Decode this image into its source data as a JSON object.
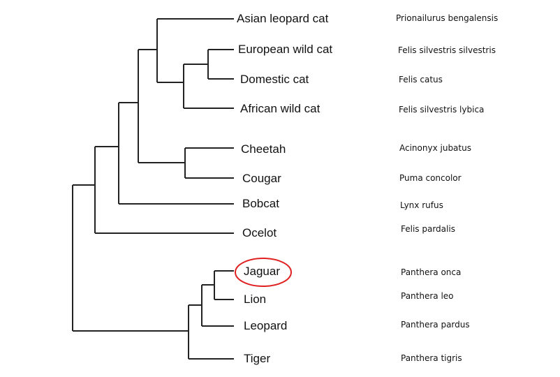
{
  "taxa": [
    {
      "common": "Asian leopard cat",
      "scientific": "Prionailurus bengalensis"
    },
    {
      "common": "European wild cat",
      "scientific": "Felis silvestris silvestris"
    },
    {
      "common": "Domestic cat",
      "scientific": "Felis catus"
    },
    {
      "common": "African wild cat",
      "scientific": "Felis silvestris lybica"
    },
    {
      "common": "Cheetah",
      "scientific": "Acinonyx jubatus"
    },
    {
      "common": "Cougar",
      "scientific": "Puma concolor"
    },
    {
      "common": "Bobcat",
      "scientific": "Lynx rufus"
    },
    {
      "common": "Ocelot",
      "scientific": "Felis pardalis"
    },
    {
      "common": "Jaguar",
      "scientific": "Panthera onca"
    },
    {
      "common": "Lion",
      "scientific": "Panthera leo"
    },
    {
      "common": "Leopard",
      "scientific": "Panthera pardus"
    },
    {
      "common": "Tiger",
      "scientific": "Panthera tigris"
    }
  ],
  "highlight": {
    "taxon": "Jaguar",
    "color": "#e02020"
  }
}
